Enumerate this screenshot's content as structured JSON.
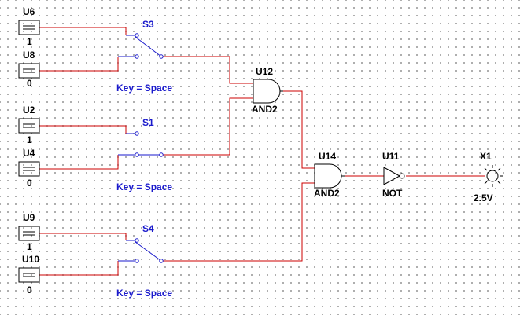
{
  "sources": [
    {
      "name": "U6",
      "value": "1"
    },
    {
      "name": "U8",
      "value": "0"
    },
    {
      "name": "U2",
      "value": "1"
    },
    {
      "name": "U4",
      "value": "0"
    },
    {
      "name": "U9",
      "value": "1"
    },
    {
      "name": "U10",
      "value": "0"
    }
  ],
  "switches": [
    {
      "name": "S3",
      "key_label": "Key = Space"
    },
    {
      "name": "S1",
      "key_label": "Key = Space"
    },
    {
      "name": "S4",
      "key_label": "Key = Space"
    }
  ],
  "gates": {
    "u12": {
      "name": "U12",
      "type": "AND2"
    },
    "u14": {
      "name": "U14",
      "type": "AND2"
    },
    "u11": {
      "name": "U11",
      "type": "NOT"
    }
  },
  "probe": {
    "name": "X1",
    "voltage": "2.5V"
  },
  "colors": {
    "wire": "#cc0000",
    "switch": "#1a1acc",
    "grid_dot": "#9a9a9a"
  }
}
